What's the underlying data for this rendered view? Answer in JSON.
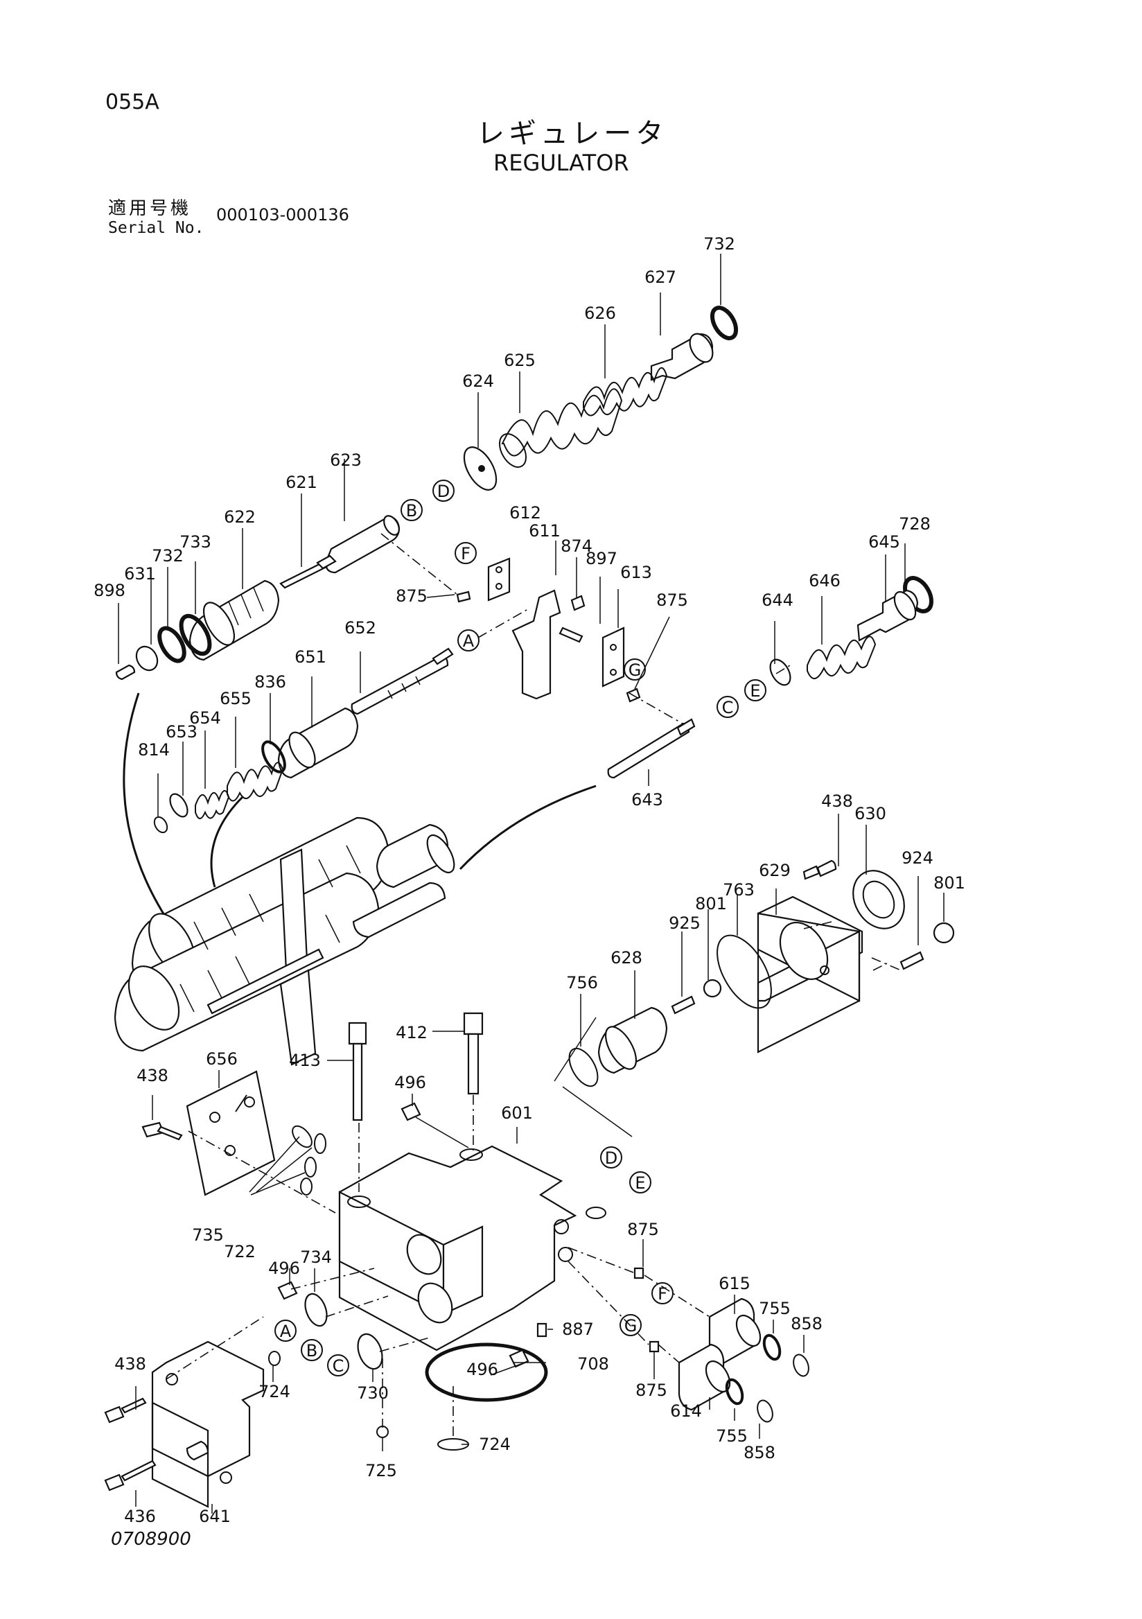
{
  "header": {
    "page_code": "055A",
    "title_jp": "レギュレータ",
    "title_en": "REGULATOR",
    "serial_label_jp": "適用号機",
    "serial_label_en": "Serial No.",
    "serial_range": "000103-000136"
  },
  "figure_code": "0708900",
  "part_numbers": {
    "p732a": "732",
    "p627": "627",
    "p626": "626",
    "p625": "625",
    "p624": "624",
    "p623": "623",
    "p621": "621",
    "p622": "622",
    "p733": "733",
    "p732b": "732",
    "p631": "631",
    "p898": "898",
    "p612": "612",
    "p611": "611",
    "p874": "874",
    "p897": "897",
    "p613": "613",
    "p875a": "875",
    "p875b": "875",
    "p645": "645",
    "p728": "728",
    "p646": "646",
    "p644": "644",
    "p652": "652",
    "p651": "651",
    "p836": "836",
    "p655": "655",
    "p654": "654",
    "p653": "653",
    "p814": "814",
    "p643": "643",
    "p438a": "438",
    "p630": "630",
    "p629": "629",
    "p924": "924",
    "p801a": "801",
    "p763": "763",
    "p801b": "801",
    "p925": "925",
    "p628": "628",
    "p756": "756",
    "p412": "412",
    "p413": "413",
    "p656": "656",
    "p438b": "438",
    "p496a": "496",
    "p601": "601",
    "p735": "735",
    "p722": "722",
    "p875c": "875",
    "p496b": "496",
    "p734": "734",
    "p615": "615",
    "p755a": "755",
    "p858a": "858",
    "p887": "887",
    "p708": "708",
    "p496c": "496",
    "p438c": "438",
    "p724a": "724",
    "p730": "730",
    "p875d": "875",
    "p614": "614",
    "p755b": "755",
    "p858b": "858",
    "p724b": "724",
    "p725": "725",
    "p436": "436",
    "p641": "641"
  },
  "ref_markers": {
    "B1": "B",
    "D1": "D",
    "F1": "F",
    "A1": "A",
    "G1": "G",
    "C1": "C",
    "E1": "E",
    "D2": "D",
    "E2": "E",
    "F2": "F",
    "G2": "G",
    "A2": "A",
    "B2": "B",
    "C2": "C"
  }
}
